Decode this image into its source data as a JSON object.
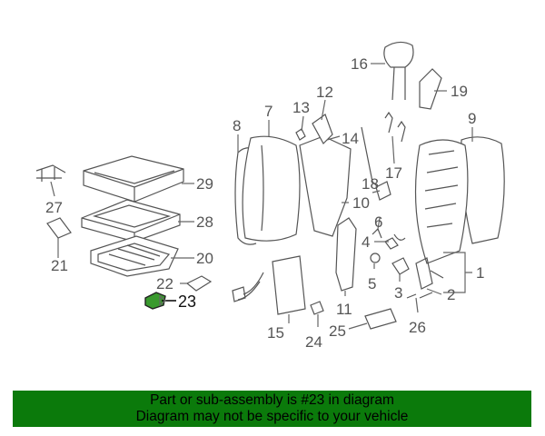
{
  "diagram": {
    "callouts": [
      "1",
      "2",
      "3",
      "4",
      "5",
      "6",
      "7",
      "8",
      "9",
      "10",
      "11",
      "12",
      "13",
      "14",
      "15",
      "16",
      "17",
      "18",
      "19",
      "20",
      "21",
      "22",
      "23",
      "24",
      "25",
      "26",
      "27",
      "28",
      "29"
    ],
    "highlighted_part": "23",
    "highlight_color": "#3a9a2e"
  },
  "banner": {
    "line1": "Part or sub-assembly is #23 in diagram",
    "line2": "Diagram may not be specific to your vehicle",
    "background": "#0b7a0b"
  }
}
